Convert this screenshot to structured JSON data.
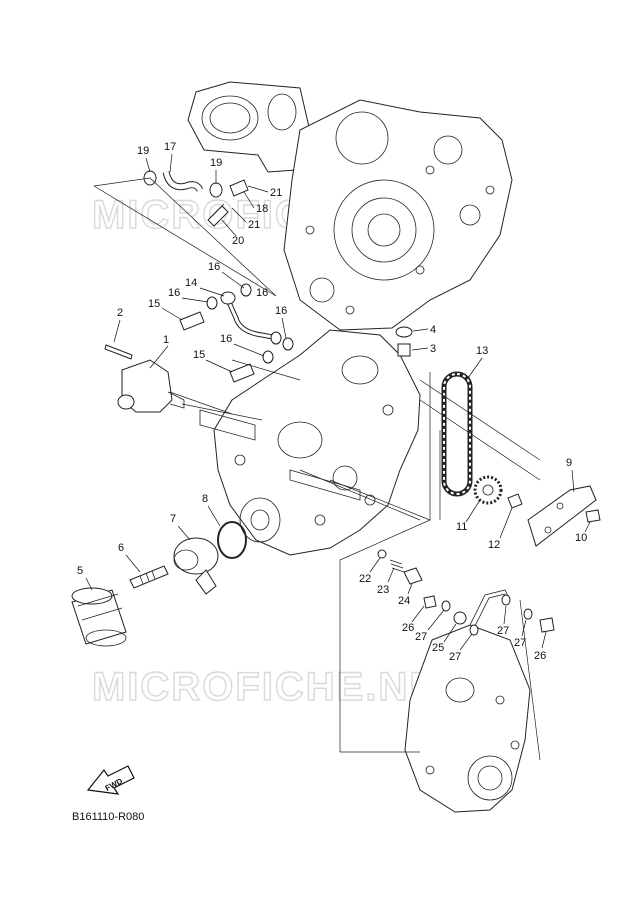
{
  "watermark": "MICROFICHE.NET",
  "diagram_code": "B161110-R080",
  "fwd_label": "FWD",
  "callouts": [
    "1",
    "2",
    "3",
    "4",
    "5",
    "6",
    "7",
    "8",
    "9",
    "10",
    "11",
    "12",
    "13",
    "14",
    "15",
    "15",
    "16",
    "16",
    "16",
    "16",
    "16",
    "17",
    "18",
    "19",
    "19",
    "20",
    "21",
    "21",
    "22",
    "23",
    "24",
    "25",
    "26",
    "26",
    "27",
    "27",
    "27",
    "27"
  ]
}
